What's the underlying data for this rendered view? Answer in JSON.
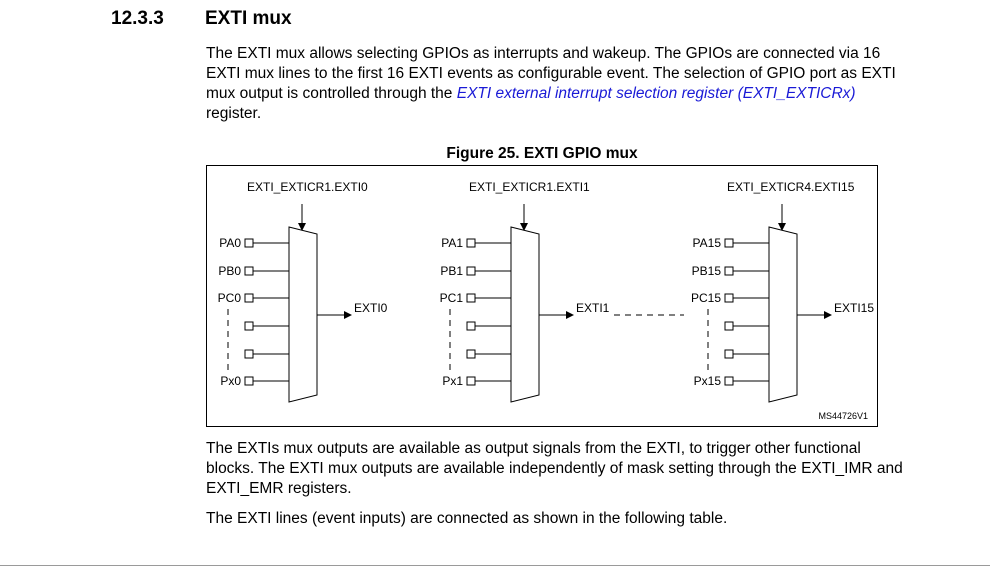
{
  "section": {
    "number": "12.3.3",
    "title": "EXTI mux"
  },
  "intro": {
    "text_before_link": "The EXTI mux allows selecting GPIOs as interrupts and wakeup. The GPIOs are connected via 16 EXTI mux lines to the first 16 EXTI events as configurable event. The selection of GPIO port as EXTI mux output is controlled through the ",
    "link_text": "EXTI external interrupt selection register (EXTI_EXTICRx)",
    "text_after_link": " register."
  },
  "figure": {
    "title": "Figure 25. EXTI GPIO mux",
    "code": "MS44726V1",
    "muxes": [
      {
        "select": "EXTI_EXTICR1.EXTI0",
        "inputs": [
          "PA0",
          "PB0",
          "PC0"
        ],
        "last_input": "Px0",
        "output": "EXTI0"
      },
      {
        "select": "EXTI_EXTICR1.EXTI1",
        "inputs": [
          "PA1",
          "PB1",
          "PC1"
        ],
        "last_input": "Px1",
        "output": "EXTI1"
      },
      {
        "select": "EXTI_EXTICR4.EXTI15",
        "inputs": [
          "PA15",
          "PB15",
          "PC15"
        ],
        "last_input": "Px15",
        "output": "EXTI15"
      }
    ]
  },
  "after": {
    "p1": "The EXTIs mux outputs are available as output signals from the EXTI, to trigger other functional blocks. The EXTI mux outputs are available independently of mask setting through the EXTI_IMR and EXTI_EMR registers.",
    "p2": "The EXTI lines (event inputs) are connected as shown in the following table."
  }
}
